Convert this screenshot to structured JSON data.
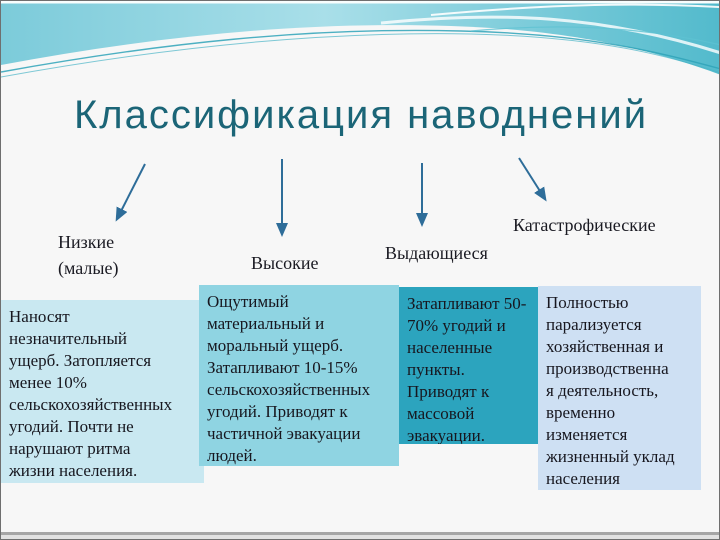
{
  "slide": {
    "title": "Классификация наводнений",
    "categories": [
      {
        "id": "low",
        "label": "Низкие\n(малые)"
      },
      {
        "id": "high",
        "label": "Высокие"
      },
      {
        "id": "outstanding",
        "label": "Выдающиеся"
      },
      {
        "id": "catastrophic",
        "label": "Катастрофические"
      }
    ],
    "boxes": [
      {
        "id": "low",
        "bg": "#C9E8F1",
        "text": "Наносят\nнезначительный\nущерб. Затопляется\nменее 10%\nсельскохозяйственных\nугодий. Почти не\nнарушают ритма\nжизни населения."
      },
      {
        "id": "high",
        "bg": "#8FD4E2",
        "text": "Ощутимый\nматериальный и\nморальный ущерб.\nЗатапливают 10-15%\nсельскохозяйственных\nугодий. Приводят к\nчастичной эвакуации\nлюдей."
      },
      {
        "id": "outstanding",
        "bg": "#2CA4BE",
        "text": "Затапливают 50-\n70% угодий и\nнаселенные\nпункты.\nПриводят к\nмассовой\nэвакуации."
      },
      {
        "id": "catastrophic",
        "bg": "#CEE0F3",
        "text": "Полностью\nпарализуется\nхозяйственная и\nпроизводственна\nя деятельность,\nвременно\nизменяется\nжизненный уклад\nнаселения"
      }
    ],
    "colors": {
      "title_text": "#1B6577",
      "arrow": "#2E6D99",
      "body_text": "#17171F",
      "wave_cyan_left": "#7CCBDA",
      "wave_cyan_mid": "#A9DFE9",
      "wave_cyan_right": "#52BACC",
      "wave_outline_teal": "#2FA3B8"
    }
  }
}
